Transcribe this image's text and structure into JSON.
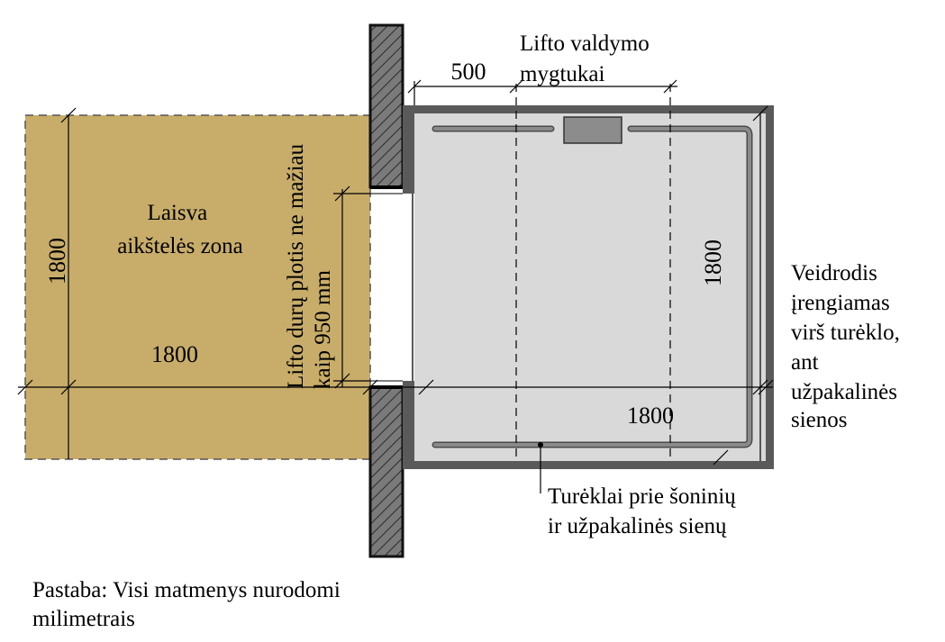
{
  "colors": {
    "landing_zone": "#c8ad6a",
    "wall_hatch": "#6e6e6e",
    "cabin_floor": "#d9d9d9",
    "cabin_wall": "#5a5a5a",
    "handrail": "#7a7a7a",
    "button_panel": "#8c8c8c"
  },
  "labels": {
    "landing_zone": [
      "Laisva",
      "aikštelės zona"
    ],
    "door_width": [
      "Lifto durų plotis ne mažiau",
      "kaip 950 mm"
    ],
    "control_buttons": [
      "Lifto valdymo",
      "mygtukai"
    ],
    "mirror": [
      "Veidrodis",
      "įrengiamas",
      "virš turėklo,",
      "ant",
      "užpakalinės",
      "sienos"
    ],
    "handrails": [
      "Turėklai prie šoninių",
      "ir užpakalinės sienų"
    ],
    "note": [
      "Pastaba: Visi matmenys nurodomi",
      "milimetrais"
    ]
  },
  "dimensions": {
    "zone_height": "1800",
    "zone_width": "1800",
    "button_offset": "500",
    "cabin_depth": "1800",
    "cabin_width": "1800"
  }
}
